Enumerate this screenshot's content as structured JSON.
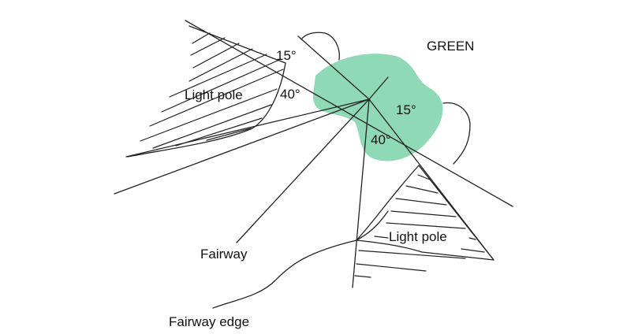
{
  "colors": {
    "green": "#8fd9b6",
    "line": "#222222",
    "background": "#ffffff"
  },
  "labels": {
    "green": "GREEN",
    "light_pole_upper": "Light pole",
    "light_pole_lower": "Light pole",
    "fairway": "Fairway",
    "fairway_edge": "Fairway edge"
  },
  "angles": {
    "upper_small": "15°",
    "upper_large": "40°",
    "lower_small": "15°",
    "lower_large": "40°"
  }
}
